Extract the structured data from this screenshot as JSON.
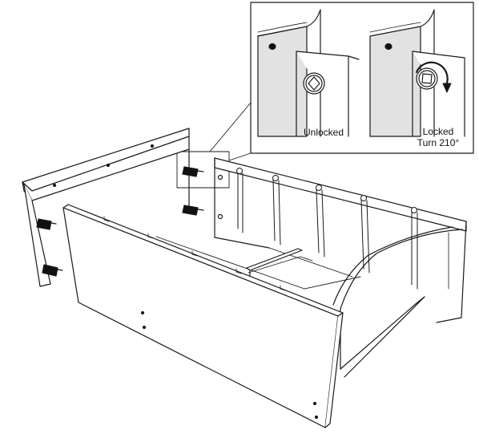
{
  "diagram": {
    "type": "furniture-assembly-instruction",
    "inset": {
      "unlocked_label": "Unlocked",
      "locked_label_line1": "Locked",
      "locked_label_line2": "Turn 210°"
    },
    "icons": [
      "cam-lock-unlocked-icon",
      "cam-lock-locked-icon",
      "rotation-arrow-icon",
      "cam-dowel-icon"
    ],
    "colors": {
      "line": "#1a1a1a",
      "panel_shade": "#e2e2e2",
      "background": "#ffffff"
    }
  }
}
